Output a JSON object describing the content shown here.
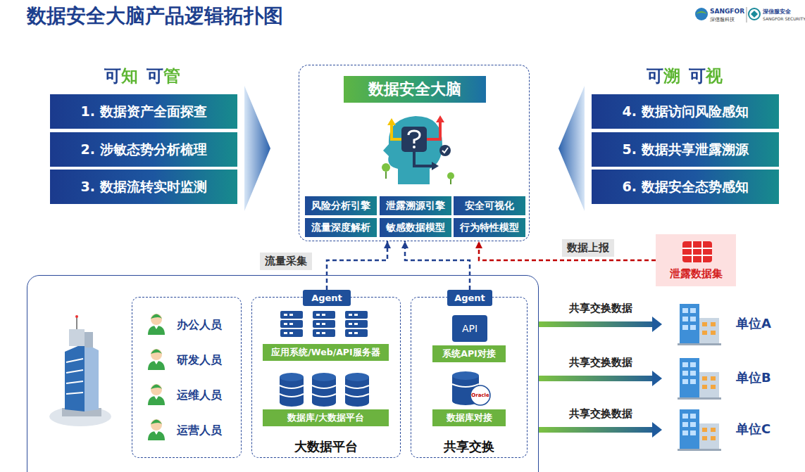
{
  "diagram": {
    "title": "数据安全大脑产品逻辑拓扑图",
    "nodes": [
      {
        "text": [
          "1. 数据资产全面探查"
        ]
      },
      {
        "text": [
          "2. 涉敏态势分析梳理"
        ]
      },
      {
        "text": [
          "3. 数据流转实时监测"
        ]
      },
      {
        "text": [
          "数据安全大脑"
        ]
      },
      {
        "text": [
          "风险分析引擎"
        ],
        "in": 3
      },
      {
        "text": [
          "泄露溯源引擎"
        ],
        "in": 3
      },
      {
        "text": [
          "安全可视化"
        ],
        "in": 3
      },
      {
        "text": [
          "流量深度解析"
        ],
        "in": 3
      },
      {
        "text": [
          "敏感数据模型"
        ],
        "in": 3
      },
      {
        "text": [
          "行为特性模型"
        ],
        "in": 3
      },
      {
        "text": [
          "4. 数据访问风险感知"
        ]
      },
      {
        "text": [
          "5. 数据共享泄露溯源"
        ]
      },
      {
        "text": [
          "6. 数据安全态势感知"
        ]
      },
      {
        "text": [
          "泄露数据集"
        ]
      },
      {
        "text": []
      },
      {
        "text": [
          "办公人员",
          "研发人员",
          "运维人员",
          "运营人员"
        ],
        "in": 14
      },
      {
        "text": [
          "大数据平台"
        ],
        "in": 14
      },
      {
        "text": [
          "Agent"
        ],
        "in": 16
      },
      {
        "text": [
          "应用系统/Web/API服务器"
        ],
        "in": 16
      },
      {
        "text": [
          "数据库/大数据平台"
        ],
        "in": 16
      },
      {
        "text": [
          "共享交换"
        ],
        "in": 14
      },
      {
        "text": [
          "Agent"
        ],
        "in": 20
      },
      {
        "text": [
          "API"
        ],
        "in": 20
      },
      {
        "text": [
          "系统API对接"
        ],
        "in": 20
      },
      {
        "text": [
          "数据库对接"
        ],
        "in": 20
      },
      {
        "text": [
          "单位A"
        ]
      },
      {
        "text": [
          "单位B"
        ]
      },
      {
        "text": [
          "单位C"
        ]
      }
    ],
    "edges": [
      {
        "from": 17,
        "to": 3,
        "arrow": "to",
        "label": "流量采集"
      },
      {
        "from": 21,
        "to": 3,
        "arrow": "to"
      },
      {
        "from": 13,
        "to": 3,
        "arrow": "to",
        "label": "数据上报"
      },
      {
        "from": 14,
        "to": 25,
        "arrow": "to",
        "label": "共享交换数据"
      },
      {
        "from": 14,
        "to": 26,
        "arrow": "to",
        "label": "共享交换数据"
      },
      {
        "from": 14,
        "to": 27,
        "arrow": "to",
        "label": "共享交换数据"
      }
    ],
    "labels": [
      "SANGFOR",
      "深信服科技",
      "深信服安全",
      "SANGFOR SECURITY",
      "可知",
      "可管",
      "可溯",
      "可视",
      "Oracle"
    ]
  }
}
